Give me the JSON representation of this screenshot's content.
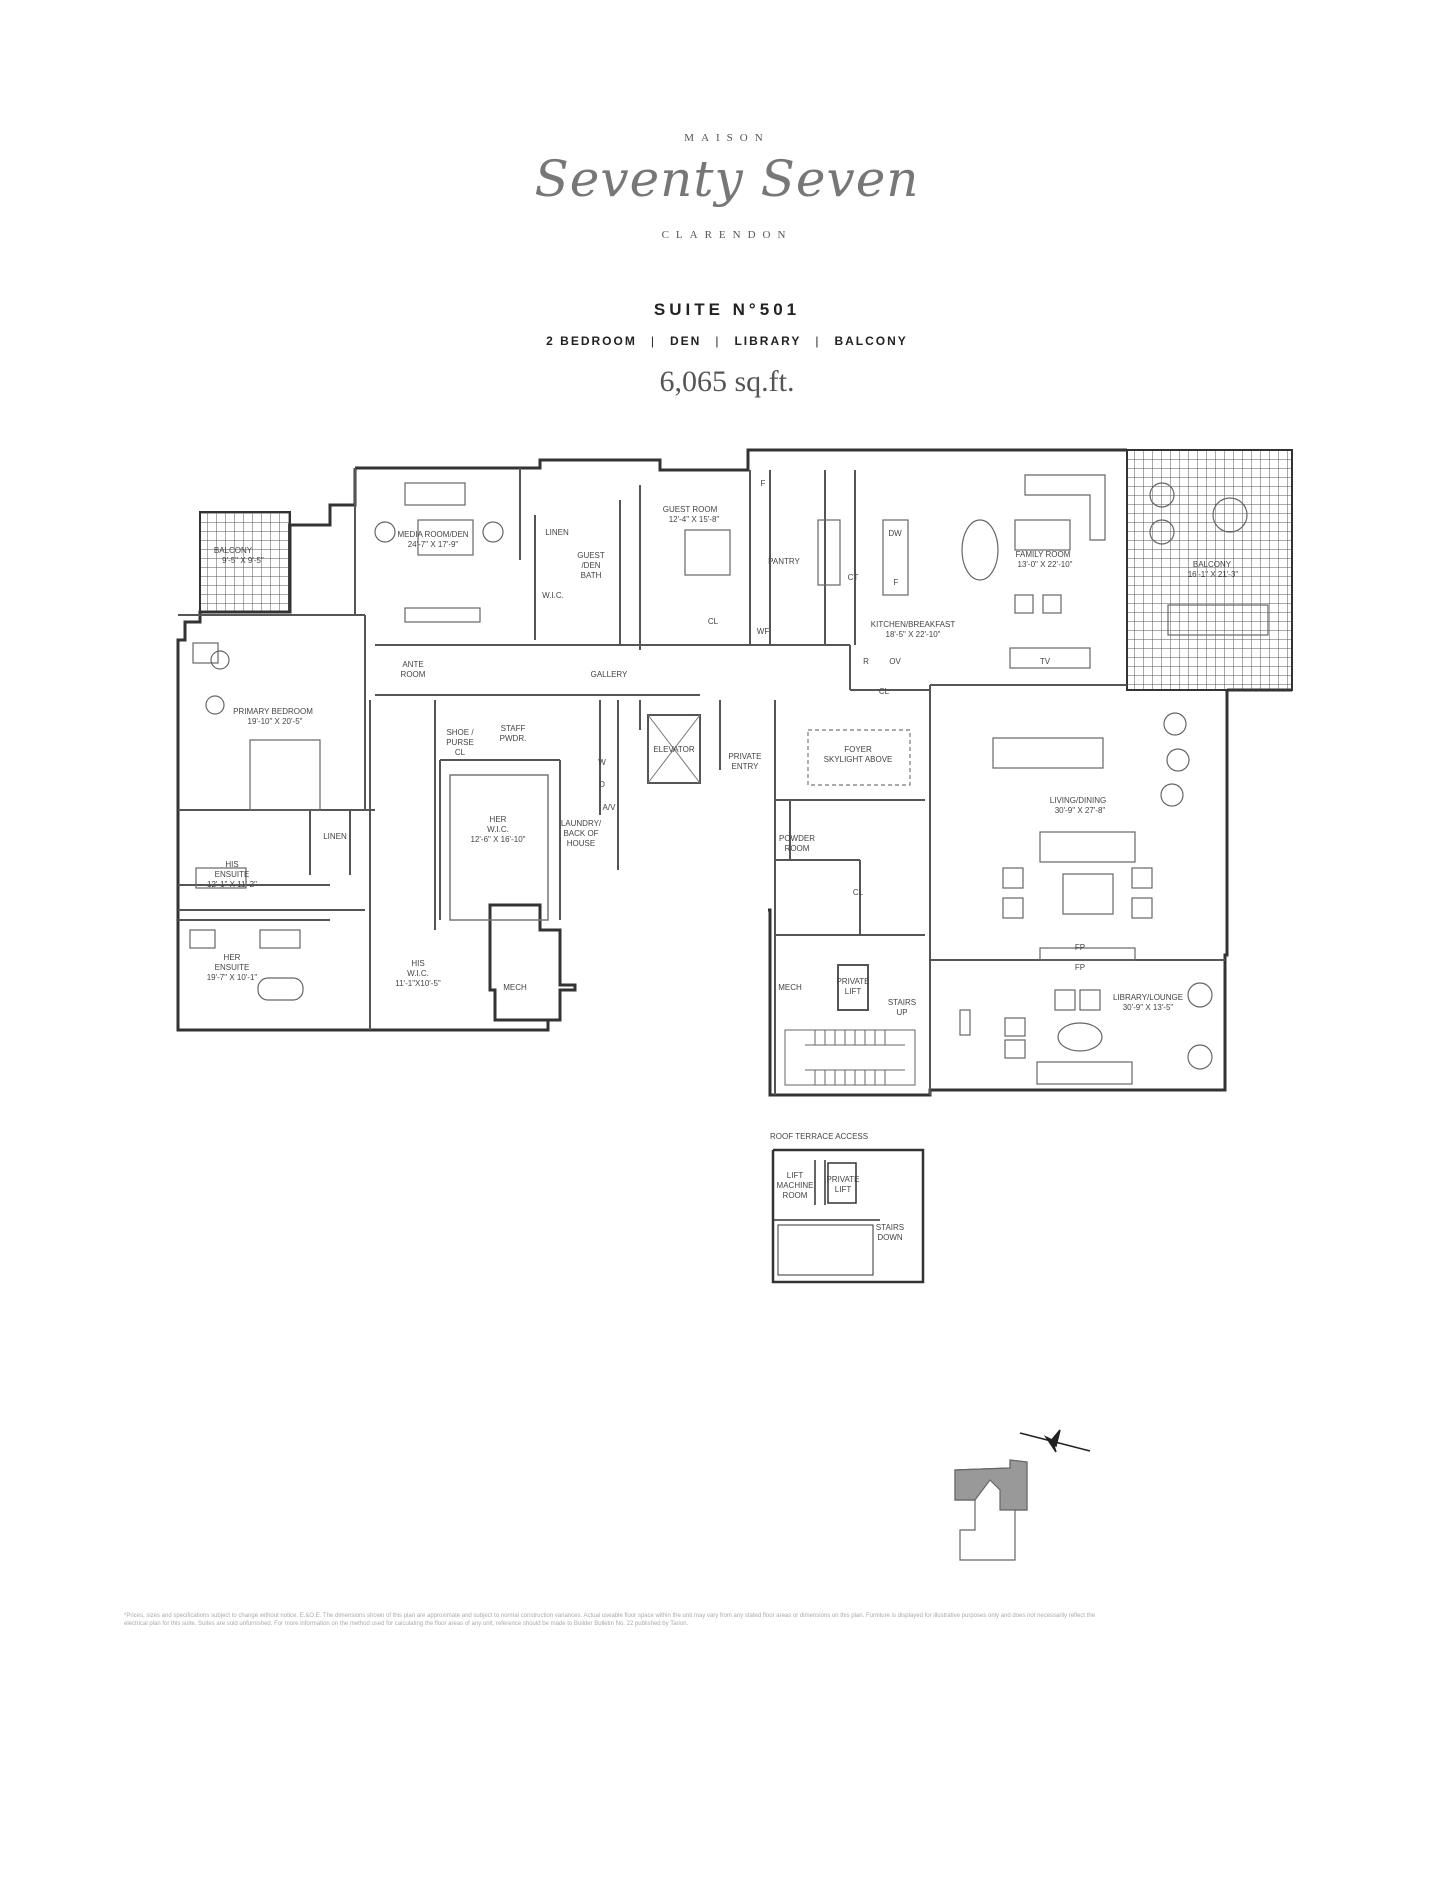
{
  "brand": {
    "top": "MAISON",
    "script": "Seventy Seven",
    "bottom": "CLARENDON"
  },
  "suite": {
    "title": "SUITE N°501",
    "features": [
      "2 BEDROOM",
      "DEN",
      "LIBRARY",
      "BALCONY"
    ],
    "area": "6,065 sq.ft."
  },
  "rooms": {
    "balcony_left": {
      "name": "BALCONY",
      "dims": "9'-5\" X 9'-5\""
    },
    "media_room": {
      "name": "MEDIA ROOM/DEN",
      "dims": "24'-7\" X 17'-9\""
    },
    "linen_top": "LINEN",
    "guest_den_bath": [
      "GUEST",
      "/DEN",
      "BATH"
    ],
    "wic_guest": "W.I.C.",
    "guest_room": {
      "name": "GUEST ROOM",
      "dims": "12'-4\" X 15'-8\""
    },
    "cl_guest": "CL",
    "pantry": "PANTRY",
    "f_top": "F",
    "wf": "WF",
    "ct": "CT",
    "dw": "DW",
    "f_island": "F",
    "kitchen": {
      "name": "KITCHEN/BREAKFAST",
      "dims": "18'-5\" X 22'-10\""
    },
    "family_room": {
      "name": "FAMILY ROOM",
      "dims": "13'-0\" X 22'-10\""
    },
    "balcony_right": {
      "name": "BALCONY",
      "dims": "16'-1\" X 21'-3\""
    },
    "r": "R",
    "ov": "OV",
    "tv": "TV",
    "cl_kitchen": "CL",
    "ante_room": [
      "ANTE",
      "ROOM"
    ],
    "gallery": "GALLERY",
    "primary_bedroom": {
      "name": "PRIMARY BEDROOM",
      "dims": "19'-10\" X 20'-5\""
    },
    "shoe_purse": [
      "SHOE /",
      "PURSE",
      "CL"
    ],
    "staff_pwdr": [
      "STAFF",
      "PWDR."
    ],
    "w": "W",
    "d": "D",
    "av": "A/V",
    "elevator": "ELEVATOR",
    "private_entry": [
      "PRIVATE",
      "ENTRY"
    ],
    "foyer": [
      "FOYER",
      "SKYLIGHT ABOVE"
    ],
    "living_dining": {
      "name": "LIVING/DINING",
      "dims": "30'-9\" X 27'-8\""
    },
    "linen_mid": "LINEN",
    "his_ensuite": {
      "name": [
        "HIS",
        "ENSUITE"
      ],
      "dims": "12'-1\" X 11'-2\""
    },
    "her_wic": {
      "name": [
        "HER",
        "W.I.C."
      ],
      "dims": "12'-6\" X 16'-10\""
    },
    "laundry": [
      "LAUNDRY/",
      "BACK OF",
      "HOUSE"
    ],
    "powder_room": [
      "POWDER",
      "ROOM"
    ],
    "cl_powder": "CL",
    "her_ensuite": {
      "name": [
        "HER",
        "ENSUITE"
      ],
      "dims": "19'-7\" X 10'-1\""
    },
    "his_wic": {
      "name": [
        "HIS",
        "W.I.C."
      ],
      "dims": "11'-1\"X10'-5\""
    },
    "mech_left": "MECH",
    "mech_right": "MECH",
    "private_lift": [
      "PRIVATE",
      "LIFT"
    ],
    "stairs_up": [
      "STAIRS",
      "UP"
    ],
    "fp_top": "FP",
    "fp_bottom": "FP",
    "library_lounge": {
      "name": "LIBRARY/LOUNGE",
      "dims": "30'-9\" X 13'-5\""
    }
  },
  "roof": {
    "title": "ROOF TERRACE ACCESS",
    "lift_machine": [
      "LIFT",
      "MACHINE",
      "ROOM"
    ],
    "private_lift": [
      "PRIVATE",
      "LIFT"
    ],
    "stairs_down": [
      "STAIRS",
      "DOWN"
    ]
  },
  "disclaimer": [
    "*Prices, sizes and specifications subject to change without notice. E.&O.E. The dimensions shown of this plan are approximate and subject to normal construction variances. Actual useable floor space within the unit may vary from any stated floor areas or dimensions on this plan. Furniture is displayed for illustrative purposes only and does not necessarily reflect the",
    "electrical plan for this suite. Suites are sold unfurnished. For more information on the method used for calculating the floor areas of any unit, reference should be made to Builder Bulletin No. 22 published by Tarion."
  ]
}
